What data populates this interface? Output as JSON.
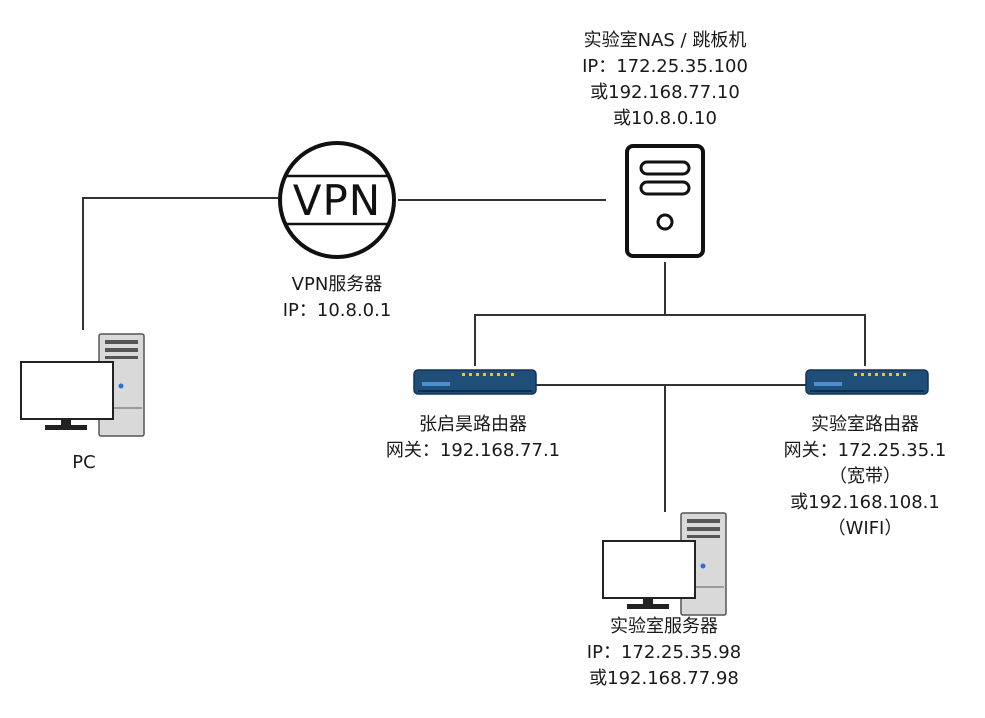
{
  "nodes": {
    "pc": {
      "name": "PC"
    },
    "vpn": {
      "icon_text": "VPN",
      "name": "VPN服务器",
      "ip": "IP：10.8.0.1"
    },
    "nas": {
      "name": "实验室NAS / 跳板机",
      "ip": "IP：172.25.35.100",
      "alt1": "或192.168.77.10",
      "alt2": "或10.8.0.10"
    },
    "router_zhang": {
      "name": "张启昊路由器",
      "gateway": "网关：192.168.77.1"
    },
    "router_lab": {
      "name": "实验室路由器",
      "gateway": "网关：172.25.35.1",
      "gateway_note": "（宽带）",
      "alt": "或192.168.108.1",
      "alt_note": "（WIFI）"
    },
    "lab_server": {
      "name": "实验室服务器",
      "ip": "IP：172.25.35.98",
      "alt": "或192.168.77.98"
    }
  },
  "colors": {
    "line": "#333333",
    "router_body": "#1f4e79",
    "router_light": "#f5c518",
    "server_case": "#d9d9d9",
    "power_led": "#2a6fdb"
  }
}
